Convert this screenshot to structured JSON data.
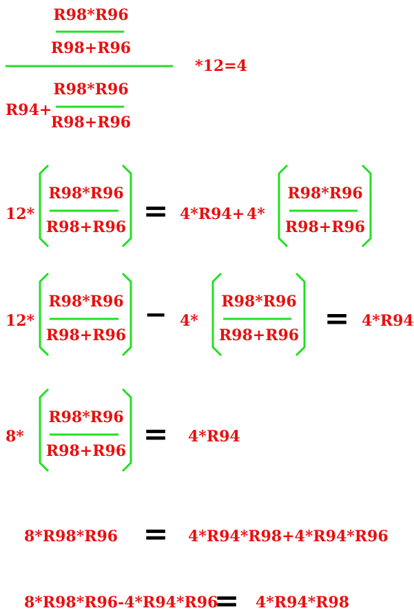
{
  "colors": {
    "text": "#e81010",
    "line": "#20e020",
    "operator": "#000000"
  },
  "eq1": {
    "top_num": "R98*R96",
    "top_den": "R98+R96",
    "prefix": "R94+",
    "bot_num": "R98*R96",
    "bot_den": "R98+R96",
    "rhs": "*12=4"
  },
  "eq2": {
    "coef_left": "12*",
    "frac_left_num": "R98*R96",
    "frac_left_den": "R98+R96",
    "equals": "=",
    "rhs_term": "4*R94+",
    "coef_right": "4*",
    "frac_right_num": "R98*R96",
    "frac_right_den": "R98+R96"
  },
  "eq3": {
    "coef_left": "12*",
    "frac_left_num": "R98*R96",
    "frac_left_den": "R98+R96",
    "minus": "−",
    "coef_right": "4*",
    "frac_right_num": "R98*R96",
    "frac_right_den": "R98+R96",
    "equals": "=",
    "rhs": "4*R94"
  },
  "eq4": {
    "coef": "8*",
    "frac_num": "R98*R96",
    "frac_den": "R98+R96",
    "equals": "=",
    "rhs": "4*R94"
  },
  "eq5": {
    "lhs": "8*R98*R96",
    "equals": "=",
    "rhs": "4*R94*R98+4*R94*R96"
  },
  "eq6": {
    "lhs": "8*R98*R96-4*R94*R96",
    "equals": "=",
    "rhs": "4*R94*R98"
  }
}
